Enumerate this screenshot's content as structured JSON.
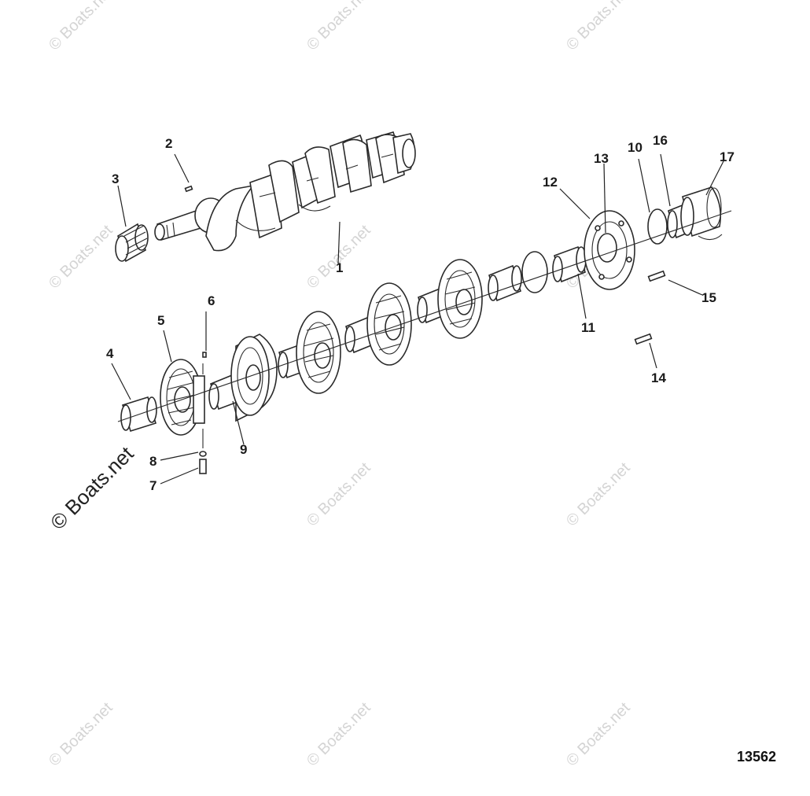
{
  "figure_number": "13562",
  "watermark_text": "© Boats.net",
  "callouts": {
    "c1": "1",
    "c2": "2",
    "c3": "3",
    "c4": "4",
    "c5": "5",
    "c6": "6",
    "c7": "7",
    "c8": "8",
    "c9": "9",
    "c10": "10",
    "c11": "11",
    "c12": "12",
    "c13": "13",
    "c14": "14",
    "c15": "15",
    "c16": "16",
    "c17": "17"
  },
  "colors": {
    "line": "#2a2a2a",
    "watermark": "#d4d4d4",
    "background": "#ffffff"
  }
}
